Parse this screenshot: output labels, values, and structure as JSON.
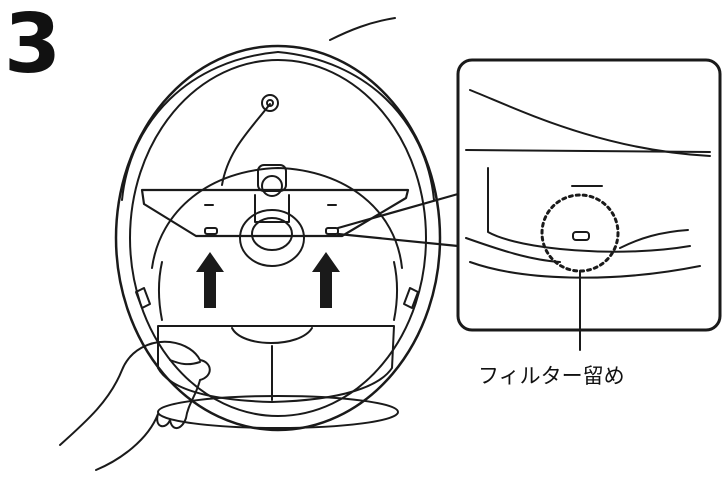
{
  "step": {
    "number": "3"
  },
  "callout": {
    "label": "フィルター留め"
  },
  "colors": {
    "line": "#1a1a1a",
    "background": "#ffffff",
    "arrow": "#1a1a1a"
  },
  "icons": [
    "lift-arrow-icon",
    "filter-clip-slot-icon",
    "hand-illustration"
  ]
}
